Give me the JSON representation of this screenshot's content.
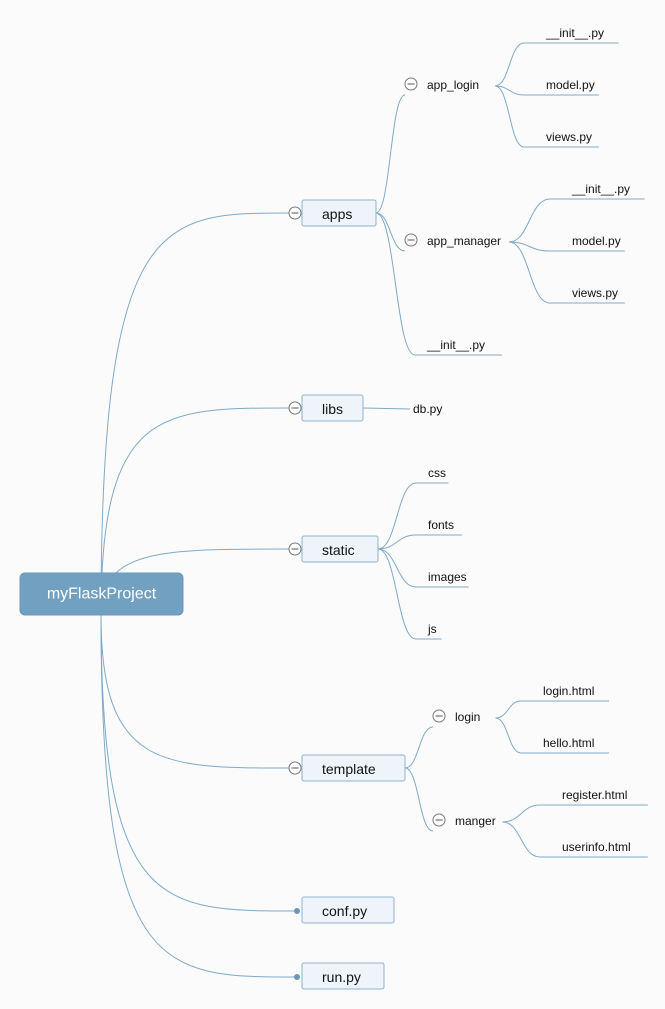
{
  "root": {
    "label": "myFlaskProject"
  },
  "colors": {
    "accent": "#72a0c0",
    "edge": "#7fa9c8",
    "node_fill": "#eef4f9",
    "node_border": "#8fb3cf",
    "background": "#fbfbfb"
  },
  "branches": [
    {
      "label": "apps",
      "children": [
        {
          "label": "app_login",
          "children": [
            {
              "label": "__init__.py"
            },
            {
              "label": "model.py"
            },
            {
              "label": "views.py"
            }
          ]
        },
        {
          "label": "app_manager",
          "children": [
            {
              "label": "__init__.py"
            },
            {
              "label": "model.py"
            },
            {
              "label": "views.py"
            }
          ]
        },
        {
          "label": "__init__.py"
        }
      ]
    },
    {
      "label": "libs",
      "children": [
        {
          "label": "db.py"
        }
      ]
    },
    {
      "label": "static",
      "children": [
        {
          "label": "css"
        },
        {
          "label": "fonts"
        },
        {
          "label": "images"
        },
        {
          "label": "js"
        }
      ]
    },
    {
      "label": "template",
      "children": [
        {
          "label": "login",
          "children": [
            {
              "label": "login.html"
            },
            {
              "label": "hello.html"
            }
          ]
        },
        {
          "label": "manger",
          "children": [
            {
              "label": "register.html"
            },
            {
              "label": "userinfo.html"
            }
          ]
        }
      ]
    },
    {
      "label": "conf.py"
    },
    {
      "label": "run.py"
    }
  ],
  "icons": {
    "collapse": "collapse-toggle-icon",
    "leaf_end": "endpoint-dot-icon"
  }
}
